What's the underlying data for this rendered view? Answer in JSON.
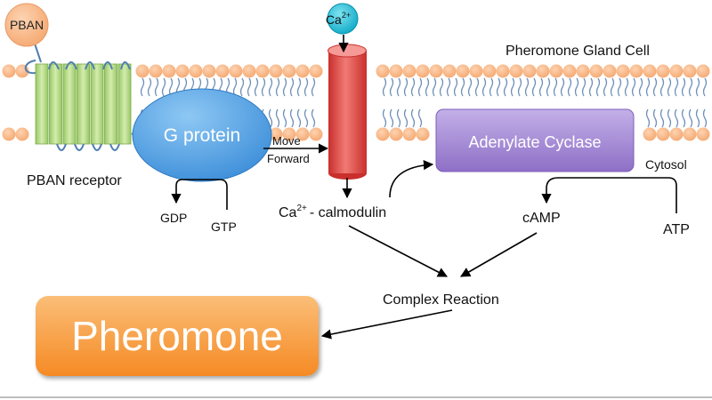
{
  "labels": {
    "pban": "PBAN",
    "ca_ion": "Ca",
    "ca_charge": "2+",
    "cell_title": "Pheromone Gland Cell",
    "g_protein": "G protein",
    "move": "Move",
    "forward": "Forward",
    "adenylate_cyclase": "Adenylate Cyclase",
    "pban_receptor": "PBAN receptor",
    "cytosol": "Cytosol",
    "gdp": "GDP",
    "gtp": "GTP",
    "ca_calmodulin_main": "Ca",
    "ca_calmodulin_charge": "2+",
    "ca_calmodulin_rest": "- calmodulin",
    "camp": "cAMP",
    "atp": "ATP",
    "complex_reaction": "Complex Reaction",
    "pheromone": "Pheromone"
  },
  "colors": {
    "phospholipid_head": "#f8b98a",
    "lipid_tail": "#6f8fb8",
    "receptor": "#b5d884",
    "g_protein": "#5aa6e6",
    "channel": "#e8534f",
    "ca_ion": "#1ec0da",
    "pban_ball": "#fbcba6",
    "adenylate_cyclase": "#a98fd4",
    "pheromone": "#f69a3c",
    "arrow": "#000000"
  }
}
